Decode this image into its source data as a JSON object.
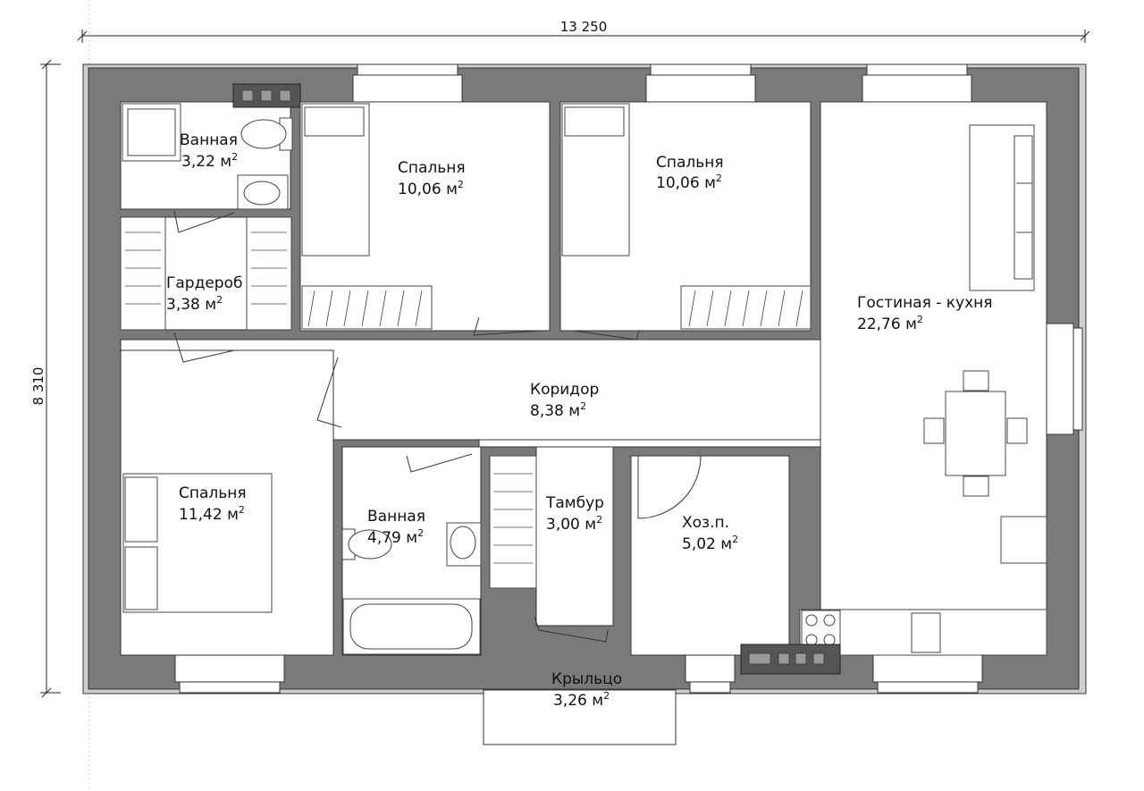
{
  "dimensions": {
    "width": "13 250",
    "height": "8 310"
  },
  "rooms": [
    {
      "id": "bath-small",
      "name": "Ванная",
      "area": "3,22 м"
    },
    {
      "id": "bedroom-1",
      "name": "Спальня",
      "area": "10,06 м"
    },
    {
      "id": "bedroom-2",
      "name": "Спальня",
      "area": "10,06 м"
    },
    {
      "id": "living",
      "name": "Гостиная - кухня",
      "area": "22,76 м"
    },
    {
      "id": "wardrobe",
      "name": "Гардероб",
      "area": "3,38 м"
    },
    {
      "id": "corridor",
      "name": "Коридор",
      "area": "8,38 м"
    },
    {
      "id": "bedroom-3",
      "name": "Спальня",
      "area": "11,42 м"
    },
    {
      "id": "bath-large",
      "name": "Ванная",
      "area": "4,79 м"
    },
    {
      "id": "vestibule",
      "name": "Тамбур",
      "area": "3,00 м"
    },
    {
      "id": "utility",
      "name": "Хоз.п.",
      "area": "5,02 м"
    },
    {
      "id": "porch",
      "name": "Крыльцо",
      "area": "3,26 м"
    }
  ],
  "area_unit_superscript": "2",
  "colors": {
    "wall": "#7a7a7a",
    "wall_outline": "#333333",
    "outer_frame": "#cfcfcf",
    "line": "#444444"
  }
}
